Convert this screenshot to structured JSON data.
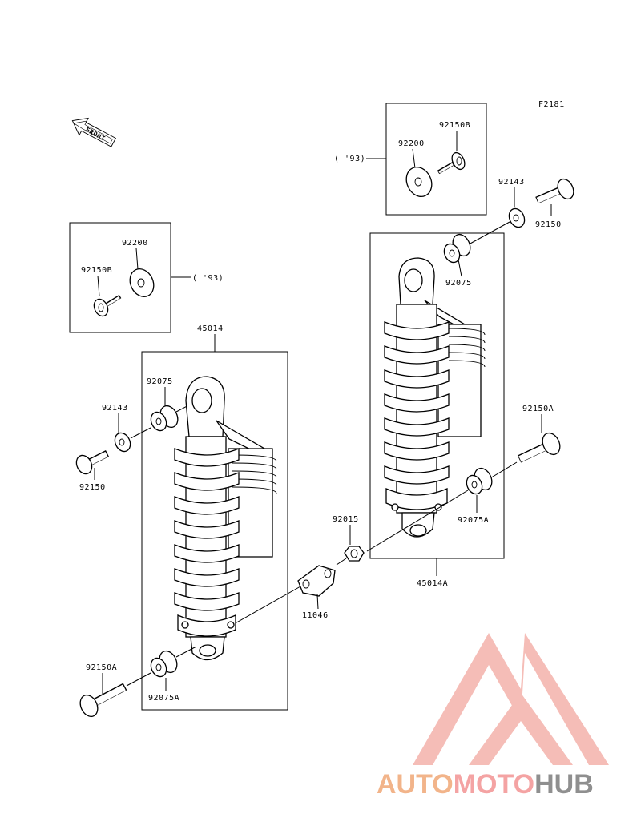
{
  "figure_code": "F2181",
  "front_label": "FRONT",
  "watermark": {
    "part1": "AUTO",
    "part2": "MOTO",
    "part3": "HUB",
    "color_auto": "#f2b48a",
    "color_moto": "#f4a3a3",
    "color_hub": "#8f8f8f",
    "logo_color": "#f2a7a0"
  },
  "callouts": {
    "top_box_year": "( '93)",
    "top_box_92200": "92200",
    "top_box_92150B": "92150B",
    "left_box_year": "( '93)",
    "left_box_92200": "92200",
    "left_box_92150B": "92150B",
    "right_92143": "92143",
    "right_92150": "92150",
    "right_92075": "92075",
    "right_92150A": "92150A",
    "right_92075A": "92075A",
    "right_assy": "45014A",
    "center_92015": "92015",
    "center_11046": "11046",
    "left_assy": "45014",
    "left_92075": "92075",
    "left_92143": "92143",
    "left_92150": "92150",
    "left_92150A": "92150A",
    "left_92075A": "92075A"
  }
}
